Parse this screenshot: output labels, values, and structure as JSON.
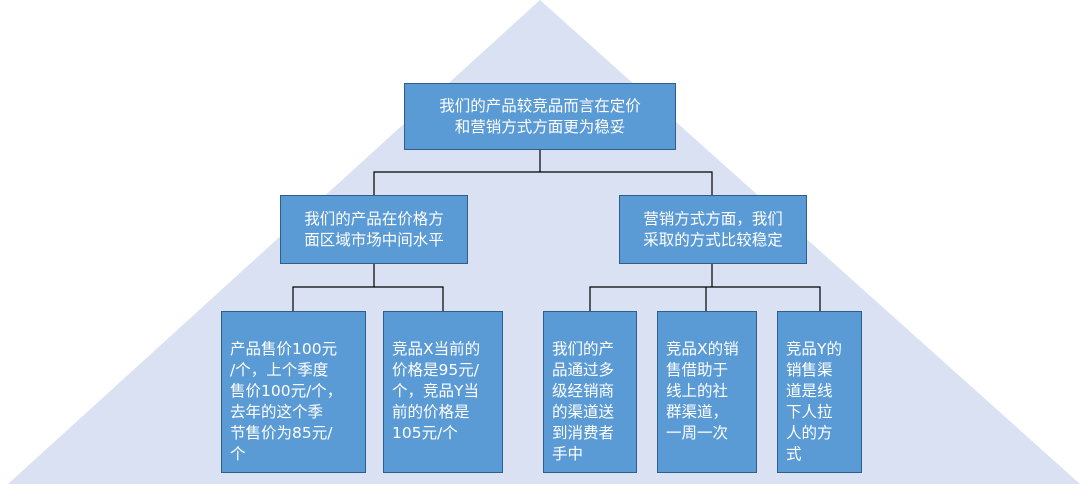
{
  "root": {
    "text": "我们的产品较竞品而言在定价\n和营销方式方面更为稳妥"
  },
  "branch_left": {
    "text": "我们的产品在价格方\n面区域市场中间水平"
  },
  "branch_right": {
    "text": "营销方式方面，我们\n采取的方式比较稳定"
  },
  "leaves": [
    {
      "text": "产品售价100元\n/个，上个季度\n售价100元/个，\n去年的这个季\n节售价为85元/\n个"
    },
    {
      "text": "竞品X当前的\n价格是95元/\n个，竞品Y当\n前的价格是\n105元/个"
    },
    {
      "text": "我们的产\n品通过多\n级经销商\n的渠道送\n到消费者\n手中"
    },
    {
      "text": "竞品X的销\n售借助于\n线上的社\n群渠道，\n一周一次"
    },
    {
      "text": "竞品Y的\n销售渠\n道是线\n下人拉\n人的方\n式"
    }
  ],
  "colors": {
    "node_fill": "#5b9bd5",
    "node_border": "#2e5f88",
    "triangle_fill": "#d9e1f2",
    "connector": "#000000"
  }
}
